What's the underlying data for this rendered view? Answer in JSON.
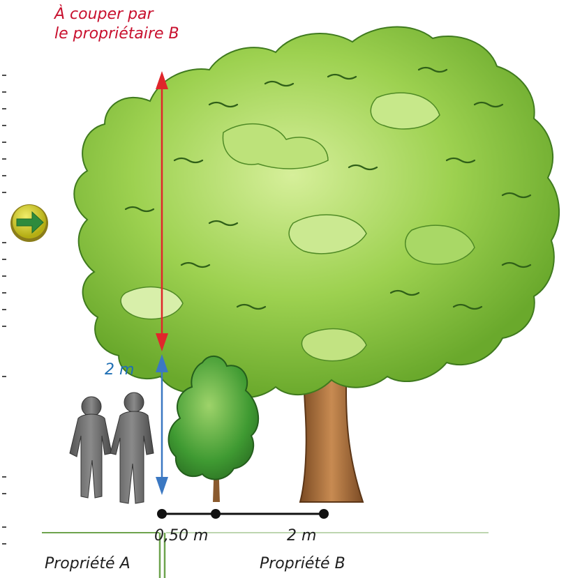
{
  "annotation": {
    "cut_line1": "À couper par",
    "cut_line2": "le propriétaire B",
    "height_label": "2 m"
  },
  "distances": {
    "left": "0,50 m",
    "right": "2 m"
  },
  "properties": {
    "a": "Propriété A",
    "b": "Propriété B"
  },
  "icons": {
    "nav": "arrow-right-icon"
  },
  "colors": {
    "cut_arrow": "#e0262b",
    "height_arrow": "#3b78c2",
    "foliage": "#8cc63f",
    "foliage_dark": "#3e7a1e",
    "trunk": "#a0693c",
    "nav_button": "#c7c51c",
    "nav_arrow": "#2e8b3d",
    "property_line": "#6da34d"
  }
}
